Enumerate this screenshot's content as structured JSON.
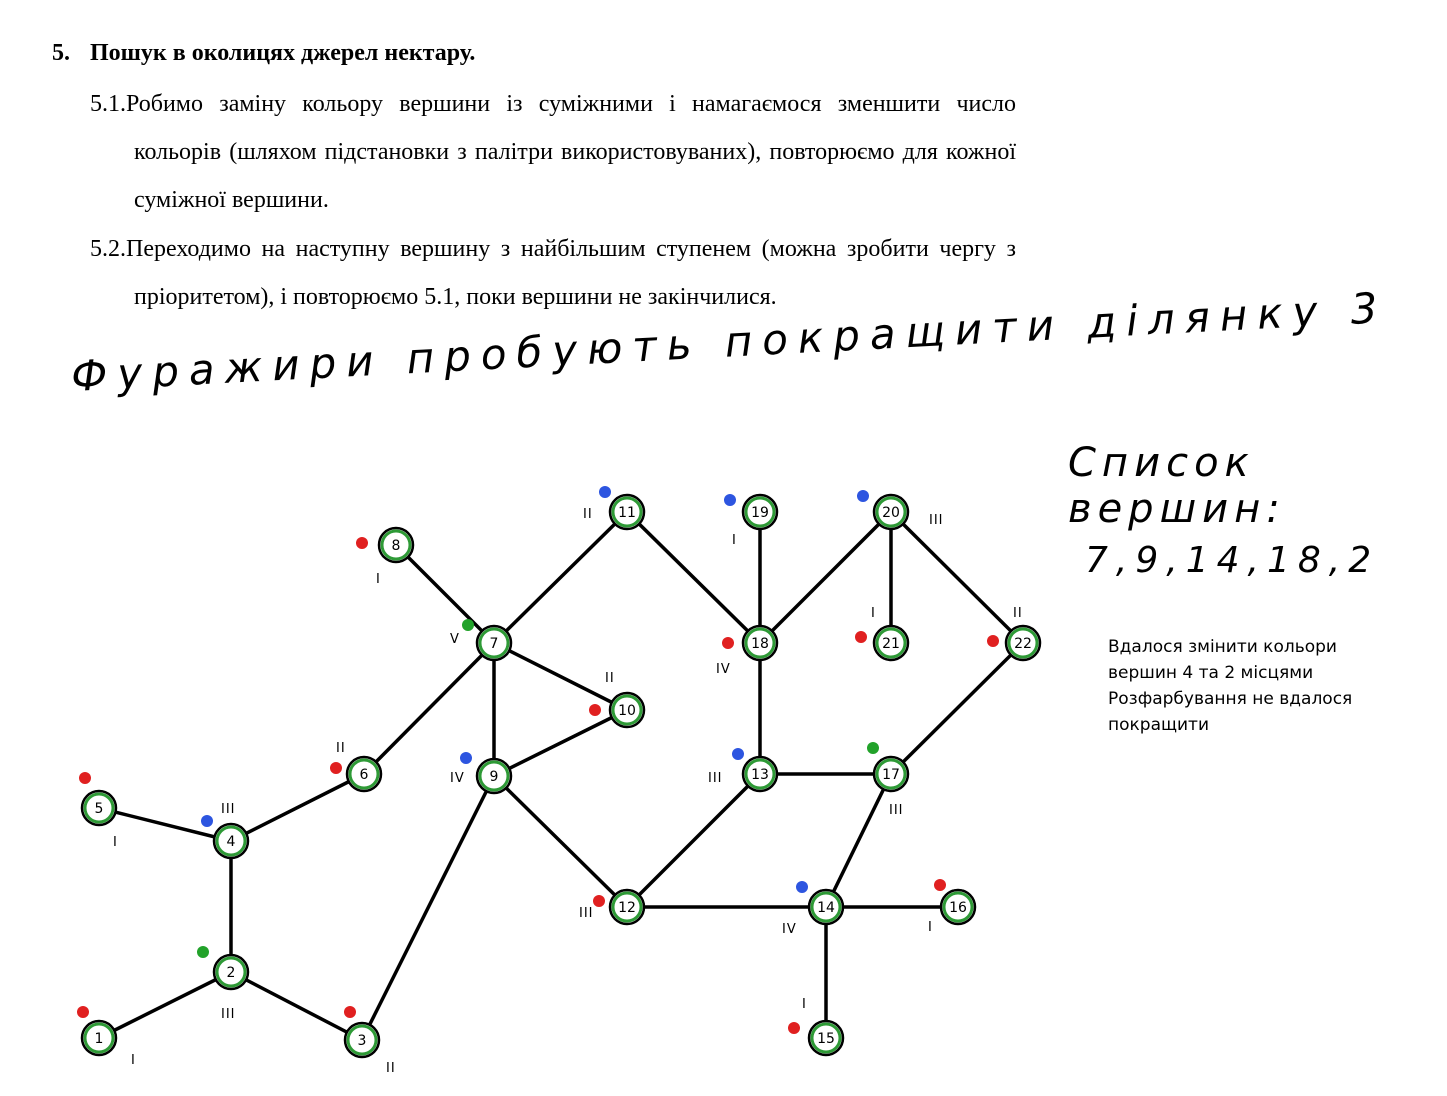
{
  "heading": {
    "number": "5.",
    "text": "Пошук в околицях джерел нектару."
  },
  "items": [
    {
      "number": "5.1.",
      "text": "Робимо заміну кольору вершини із суміжними і намагаємося зменшити число кольорів (шляхом підстановки з палітри використовуваних), повторюємо для кожної суміжної вершини."
    },
    {
      "number": "5.2.",
      "text": "Переходимо на наступну вершину з найбільшим ступенем (можна зробити чергу з пріоритетом), і повторюємо 5.1, поки вершини не закінчилися."
    }
  ],
  "handwriting": {
    "main": "Фуражири пробують покращити ділянку 3",
    "list_title_line1": "Список",
    "list_title_line2": "вершин:",
    "list_values": "7,9,14,18,2"
  },
  "note": {
    "line1": "Вдалося змінити кольори",
    "line2": "вершин 4 та 2 місцями",
    "line3": "Розфарбування не вдалося",
    "line4": "покращити"
  },
  "colors": {
    "node_border": "#2e9a36",
    "edge": "#000000",
    "red": "#e02020",
    "blue": "#2d55e0",
    "green": "#22a22a"
  },
  "graph": {
    "nodes": [
      {
        "id": "1",
        "label": "1",
        "color": "red",
        "roman": "I"
      },
      {
        "id": "2",
        "label": "2",
        "color": "green",
        "roman": "III"
      },
      {
        "id": "3",
        "label": "3",
        "color": "red",
        "roman": "II"
      },
      {
        "id": "4",
        "label": "4",
        "color": "blue",
        "roman": "III"
      },
      {
        "id": "5",
        "label": "5",
        "color": "red",
        "roman": "I"
      },
      {
        "id": "6",
        "label": "6",
        "color": "red",
        "roman": "II"
      },
      {
        "id": "7",
        "label": "7",
        "color": "green",
        "roman": "V"
      },
      {
        "id": "8",
        "label": "8",
        "color": "red",
        "roman": "I"
      },
      {
        "id": "9",
        "label": "9",
        "color": "blue",
        "roman": "IV"
      },
      {
        "id": "10",
        "label": "10",
        "color": "red",
        "roman": "II"
      },
      {
        "id": "11",
        "label": "11",
        "color": "blue",
        "roman": "II"
      },
      {
        "id": "12",
        "label": "12",
        "color": "red",
        "roman": "III"
      },
      {
        "id": "13",
        "label": "13",
        "color": "blue",
        "roman": "III"
      },
      {
        "id": "14",
        "label": "14",
        "color": "blue",
        "roman": "IV"
      },
      {
        "id": "15",
        "label": "15",
        "color": "red",
        "roman": "I"
      },
      {
        "id": "16",
        "label": "16",
        "color": "red",
        "roman": "I"
      },
      {
        "id": "17",
        "label": "17",
        "color": "green",
        "roman": "III"
      },
      {
        "id": "18",
        "label": "18",
        "color": "red",
        "roman": "IV"
      },
      {
        "id": "19",
        "label": "19",
        "color": "blue",
        "roman": "I"
      },
      {
        "id": "20",
        "label": "20",
        "color": "blue",
        "roman": "III"
      },
      {
        "id": "21",
        "label": "21",
        "color": "red",
        "roman": "I"
      },
      {
        "id": "22",
        "label": "22",
        "color": "red",
        "roman": "II"
      }
    ],
    "edges": [
      [
        "1",
        "2"
      ],
      [
        "2",
        "3"
      ],
      [
        "2",
        "4"
      ],
      [
        "4",
        "5"
      ],
      [
        "4",
        "6"
      ],
      [
        "6",
        "7"
      ],
      [
        "7",
        "8"
      ],
      [
        "7",
        "9"
      ],
      [
        "7",
        "10"
      ],
      [
        "7",
        "11"
      ],
      [
        "9",
        "10"
      ],
      [
        "9",
        "3"
      ],
      [
        "9",
        "12"
      ],
      [
        "11",
        "18"
      ],
      [
        "18",
        "19"
      ],
      [
        "18",
        "20"
      ],
      [
        "18",
        "13"
      ],
      [
        "20",
        "21"
      ],
      [
        "20",
        "22"
      ],
      [
        "22",
        "17"
      ],
      [
        "13",
        "17"
      ],
      [
        "13",
        "12"
      ],
      [
        "12",
        "14"
      ],
      [
        "14",
        "16"
      ],
      [
        "14",
        "15"
      ],
      [
        "14",
        "17"
      ]
    ]
  }
}
